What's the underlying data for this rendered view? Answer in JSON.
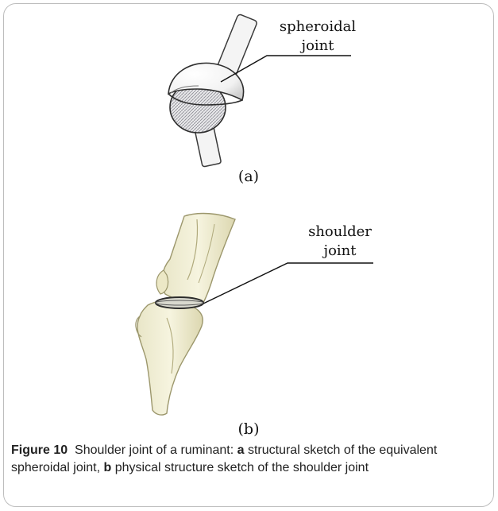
{
  "panel_a": {
    "label": "(a)",
    "callout_line1": "spheroidal",
    "callout_line2": "joint"
  },
  "panel_b": {
    "label": "(b)",
    "callout_line1": "shoulder",
    "callout_line2": "joint"
  },
  "caption": {
    "figure_label": "Figure 10",
    "text1": "Shoulder joint of a ruminant: ",
    "a_label": "a",
    "text2": " structural sketch of the equivalent spheroidal joint, ",
    "b_label": "b",
    "text3": " physical structure sketch of the shoulder joint"
  }
}
